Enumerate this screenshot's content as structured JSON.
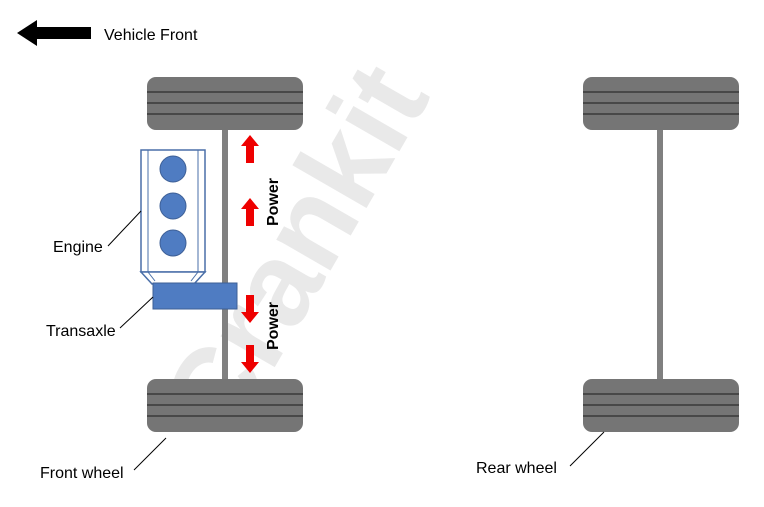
{
  "header": {
    "direction_label": "Vehicle Front"
  },
  "labels": {
    "engine": "Engine",
    "transaxle": "Transaxle",
    "front_wheel": "Front wheel",
    "rear_wheel": "Rear wheel",
    "power_up": "Power",
    "power_down": "Power"
  },
  "watermark": "Crankit",
  "icons": {
    "direction": "left-arrow-icon",
    "power_up": "up-arrow-icon",
    "power_down": "down-arrow-icon",
    "piston": "cylinder-circle-icon"
  },
  "colors": {
    "tire": "#757575",
    "tire_groove": "#3a3a3a",
    "axle": "#808080",
    "engine_outline": "#4a6fa8",
    "cylinder_fill": "#4f7cc2",
    "transaxle_fill": "#4f7cc2",
    "power_arrow": "#ee0000",
    "direction_arrow": "#000000",
    "watermark": "#e9e9e9"
  }
}
